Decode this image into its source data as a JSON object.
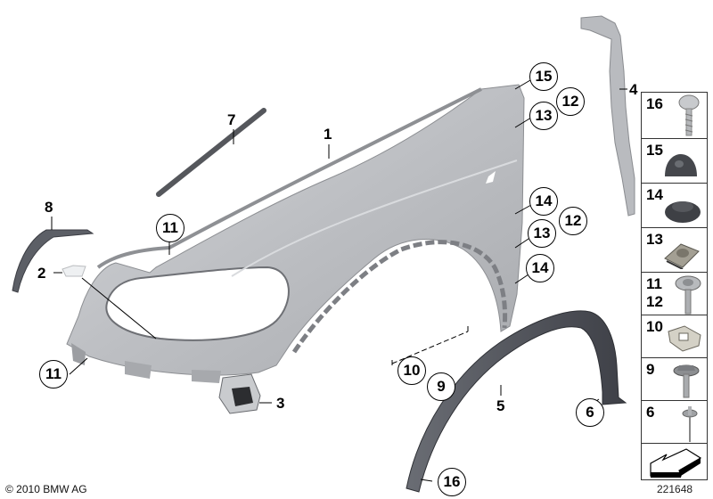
{
  "diagram": {
    "title": "Front fender / wheel arch trim exploded parts diagram",
    "copyright": "© 2010 BMW AG",
    "diagram_id": "221648",
    "colors": {
      "fender": "#bfc1c4",
      "fender_shadow": "#9a9ca0",
      "trim_dark": "#4a4d54",
      "fastener_dark": "#3c3e42",
      "line": "#000000",
      "background": "#ffffff"
    },
    "part_labels": [
      {
        "id": "1",
        "name": "Side panel / fender"
      },
      {
        "id": "2",
        "name": "Cover"
      },
      {
        "id": "3",
        "name": "Bracket"
      },
      {
        "id": "4",
        "name": "Seal / support strip"
      },
      {
        "id": "5",
        "name": "Wheel arch trim"
      },
      {
        "id": "6",
        "name": "Rivet"
      },
      {
        "id": "7",
        "name": "Sealing strip"
      },
      {
        "id": "8",
        "name": "Trim strip"
      }
    ],
    "callouts": [
      {
        "id": "15",
        "ref": "upper-rear-a"
      },
      {
        "id": "12",
        "ref": "upper-rear-b"
      },
      {
        "id": "13",
        "ref": "upper-rear-c"
      },
      {
        "id": "14",
        "ref": "mid-rear-a"
      },
      {
        "id": "12",
        "ref": "mid-rear-b"
      },
      {
        "id": "13",
        "ref": "mid-rear-c"
      },
      {
        "id": "14",
        "ref": "lower-rear"
      },
      {
        "id": "11",
        "ref": "top-front"
      },
      {
        "id": "11",
        "ref": "bottom-front"
      },
      {
        "id": "10",
        "ref": "arch-bottom"
      },
      {
        "id": "9",
        "ref": "arch-bottom-b"
      },
      {
        "id": "6",
        "ref": "trim-end"
      },
      {
        "id": "16",
        "ref": "trim-front-end"
      }
    ],
    "legend": [
      {
        "nums": [
          "16"
        ],
        "icon": "screw-icon"
      },
      {
        "nums": [
          "15"
        ],
        "icon": "dome-cap-icon"
      },
      {
        "nums": [
          "14"
        ],
        "icon": "grommet-icon"
      },
      {
        "nums": [
          "13"
        ],
        "icon": "clip-nut-icon"
      },
      {
        "nums": [
          "11",
          "12"
        ],
        "icon": "collar-screw-icon"
      },
      {
        "nums": [
          "10"
        ],
        "icon": "spring-clip-icon"
      },
      {
        "nums": [
          "9"
        ],
        "icon": "hex-screw-icon"
      },
      {
        "nums": [
          "6"
        ],
        "icon": "rivet-icon"
      },
      {
        "nums": [],
        "icon": "direction-arrow-icon"
      }
    ]
  }
}
